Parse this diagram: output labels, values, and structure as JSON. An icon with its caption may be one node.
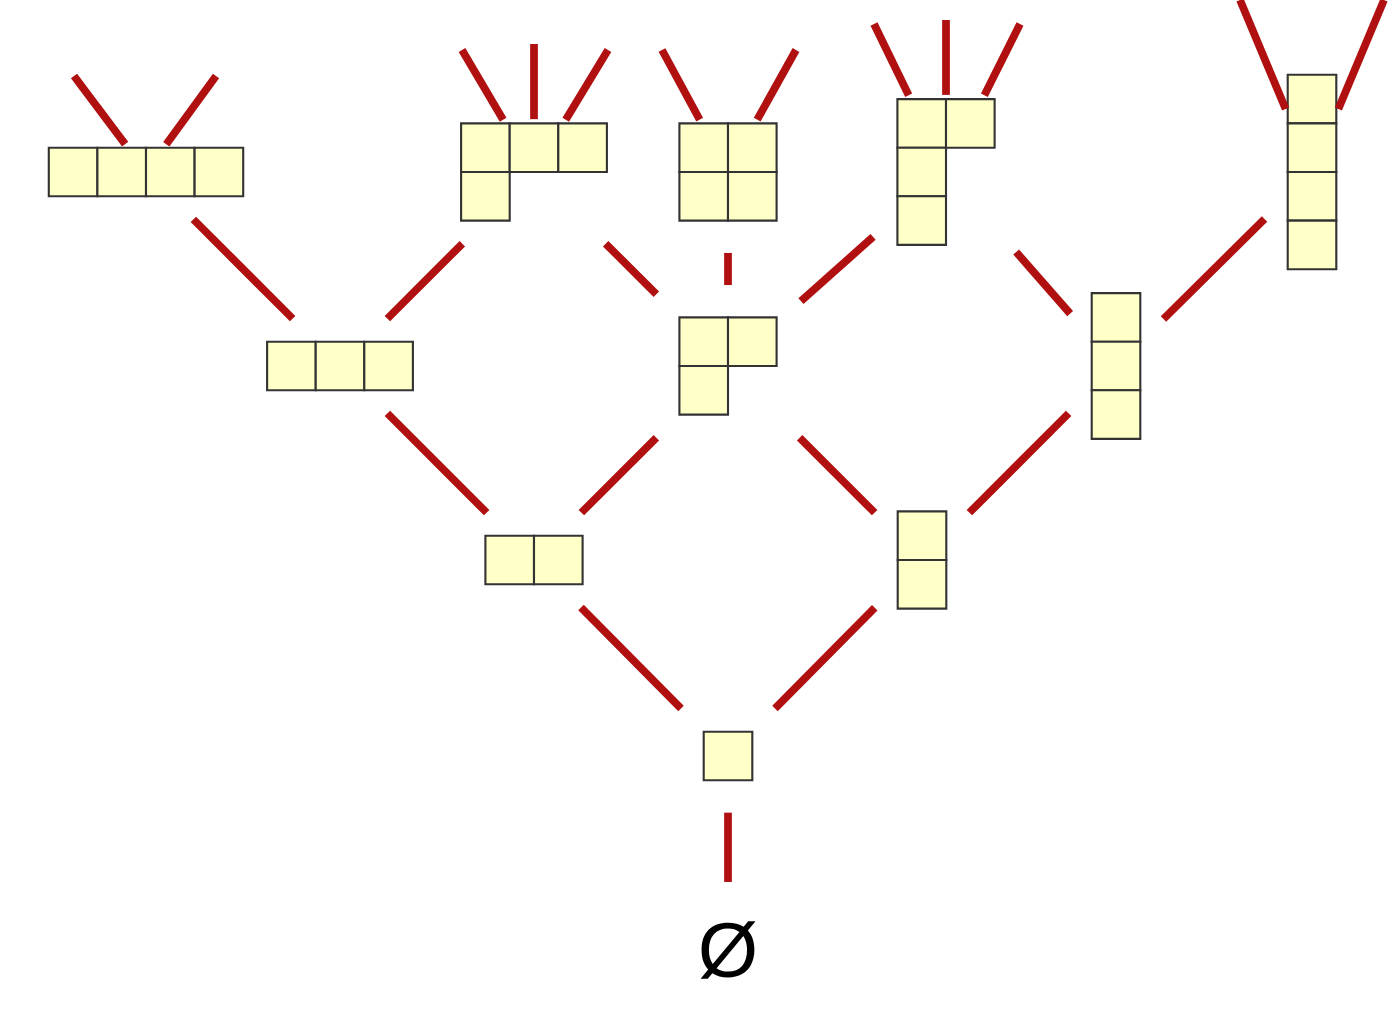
{
  "diagram": {
    "nodes": [
      {
        "text": [],
        "shape": "box"
      },
      {
        "text": [],
        "shape": "box"
      },
      {
        "text": [],
        "shape": "box"
      },
      {
        "text": [],
        "shape": "box"
      },
      {
        "text": [],
        "shape": "box"
      },
      {
        "text": [],
        "shape": "box"
      },
      {
        "text": [],
        "shape": "box"
      },
      {
        "text": [],
        "shape": "box"
      },
      {
        "text": [],
        "shape": "box"
      },
      {
        "text": [],
        "shape": "box"
      },
      {
        "text": [],
        "shape": "box"
      },
      {
        "text": [
          "Ø"
        ]
      }
    ],
    "edges": [
      {
        "from": 11,
        "to": 10,
        "arrow": "none"
      },
      {
        "from": 10,
        "to": 8,
        "arrow": "none"
      },
      {
        "from": 10,
        "to": 9,
        "arrow": "none"
      },
      {
        "from": 8,
        "to": 5,
        "arrow": "none"
      },
      {
        "from": 8,
        "to": 6,
        "arrow": "none"
      },
      {
        "from": 9,
        "to": 6,
        "arrow": "none"
      },
      {
        "from": 9,
        "to": 7,
        "arrow": "none"
      },
      {
        "from": 5,
        "to": 0,
        "arrow": "none"
      },
      {
        "from": 5,
        "to": 1,
        "arrow": "none"
      },
      {
        "from": 6,
        "to": 1,
        "arrow": "none"
      },
      {
        "from": 6,
        "to": 2,
        "arrow": "none"
      },
      {
        "from": 6,
        "to": 3,
        "arrow": "none"
      },
      {
        "from": 7,
        "to": 3,
        "arrow": "none"
      },
      {
        "from": 7,
        "to": 4,
        "arrow": "none"
      },
      {
        "from": 0,
        "to": null,
        "arrow": "none"
      },
      {
        "from": 0,
        "to": null,
        "arrow": "none"
      },
      {
        "from": 1,
        "to": null,
        "arrow": "none"
      },
      {
        "from": 1,
        "to": null,
        "arrow": "none"
      },
      {
        "from": 1,
        "to": null,
        "arrow": "none"
      },
      {
        "from": 2,
        "to": null,
        "arrow": "none"
      },
      {
        "from": 2,
        "to": null,
        "arrow": "none"
      },
      {
        "from": 3,
        "to": null,
        "arrow": "none"
      },
      {
        "from": 3,
        "to": null,
        "arrow": "none"
      },
      {
        "from": 3,
        "to": null,
        "arrow": "none"
      },
      {
        "from": 4,
        "to": null,
        "arrow": "none"
      },
      {
        "from": 4,
        "to": null,
        "arrow": "none"
      }
    ]
  }
}
